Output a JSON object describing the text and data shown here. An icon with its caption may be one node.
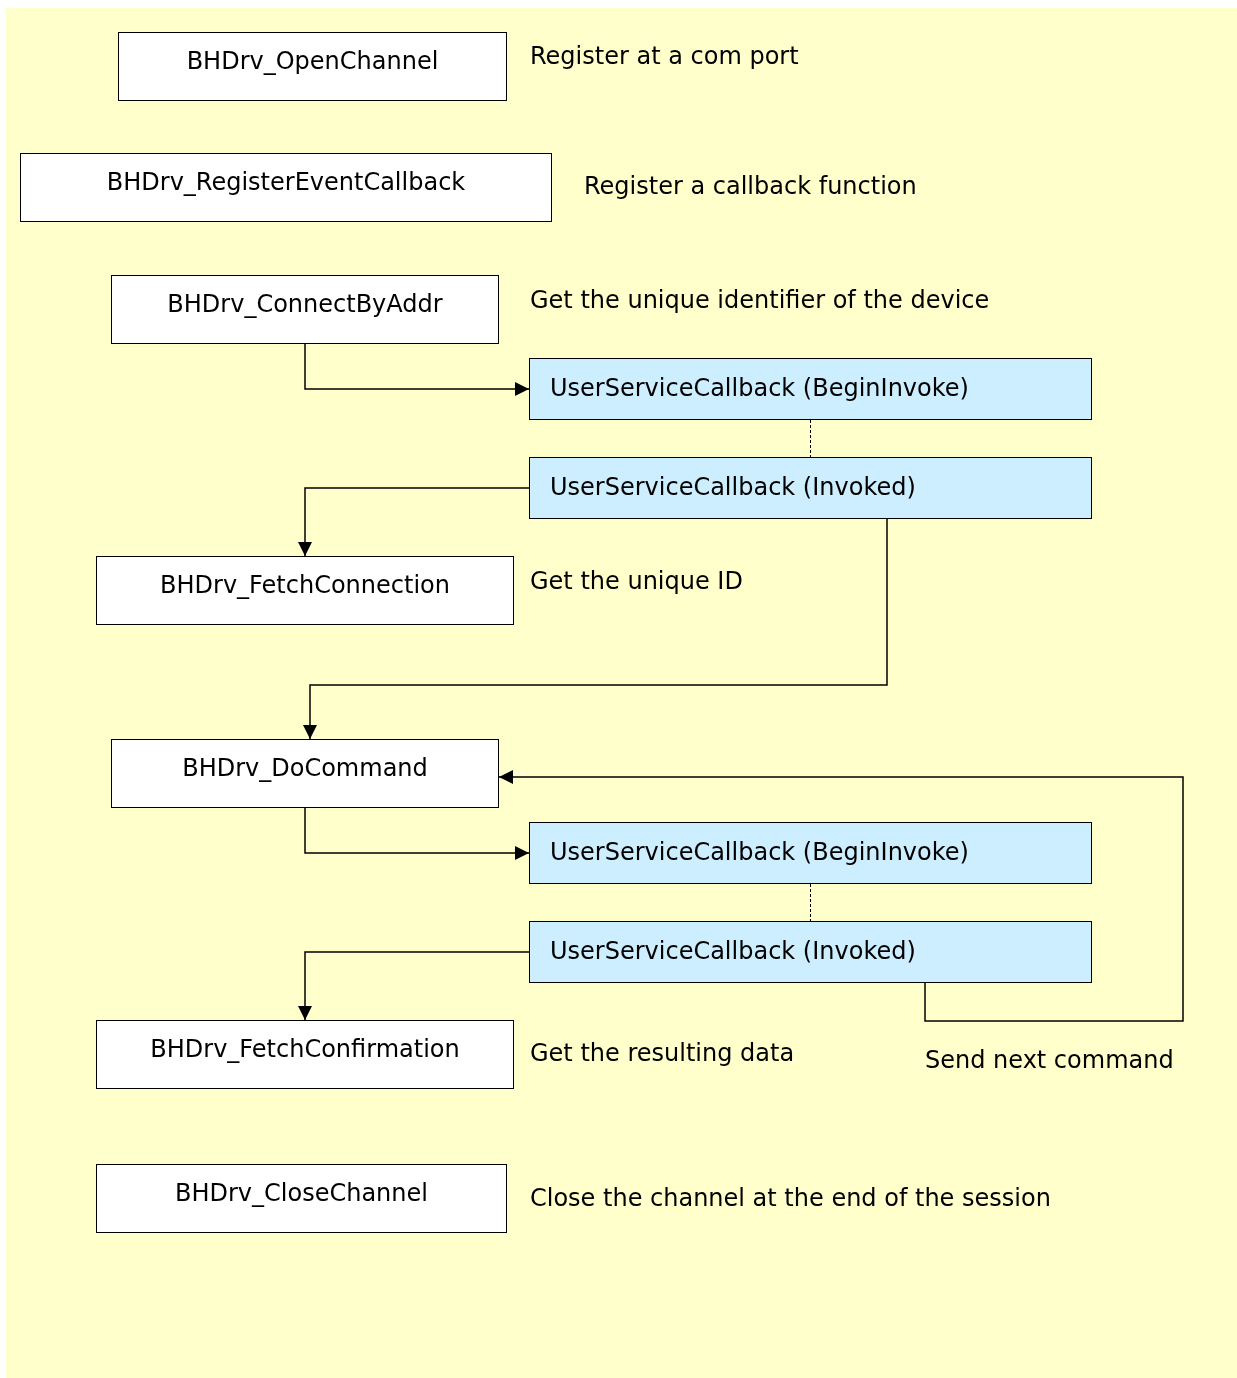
{
  "diagram": {
    "nodes": [
      {
        "text": [
          "BHDrv_OpenChannel"
        ],
        "beside": [
          "Register at a com port"
        ]
      },
      {
        "text": [
          "BHDrv_RegisterEventCallback"
        ],
        "beside": [
          "Register a callback function"
        ]
      },
      {
        "text": [
          "BHDrv_ConnectByAddr"
        ],
        "beside": [
          "Get the unique identifier of the device"
        ]
      },
      {
        "text": [
          "UserServiceCallback (BeginInvoke)"
        ]
      },
      {
        "text": [
          "UserServiceCallback (Invoked)"
        ]
      },
      {
        "text": [
          "BHDrv_FetchConnection"
        ],
        "beside": [
          "Get the unique ID"
        ]
      },
      {
        "text": [
          "BHDrv_DoCommand"
        ]
      },
      {
        "text": [
          "UserServiceCallback (BeginInvoke)"
        ]
      },
      {
        "text": [
          "UserServiceCallback (Invoked)"
        ]
      },
      {
        "text": [
          "BHDrv_FetchConfirmation"
        ],
        "beside": [
          "Get the resulting data"
        ]
      },
      {
        "text": [
          "BHDrv_CloseChannel"
        ],
        "beside": [
          "Close the channel at the end of the session"
        ]
      }
    ],
    "edges": [
      {
        "from": 2,
        "to": 3,
        "arrow": "to"
      },
      {
        "from": 3,
        "to": 4,
        "arrow": "none",
        "style": "dashed"
      },
      {
        "from": 4,
        "to": 5,
        "arrow": "to"
      },
      {
        "from": 4,
        "to": 6,
        "arrow": "to"
      },
      {
        "from": 6,
        "to": 7,
        "arrow": "to"
      },
      {
        "from": 7,
        "to": 8,
        "arrow": "none",
        "style": "dashed"
      },
      {
        "from": 8,
        "to": 9,
        "arrow": "to"
      },
      {
        "from": 8,
        "to": 6,
        "arrow": "to",
        "label": "Send next command"
      }
    ]
  }
}
